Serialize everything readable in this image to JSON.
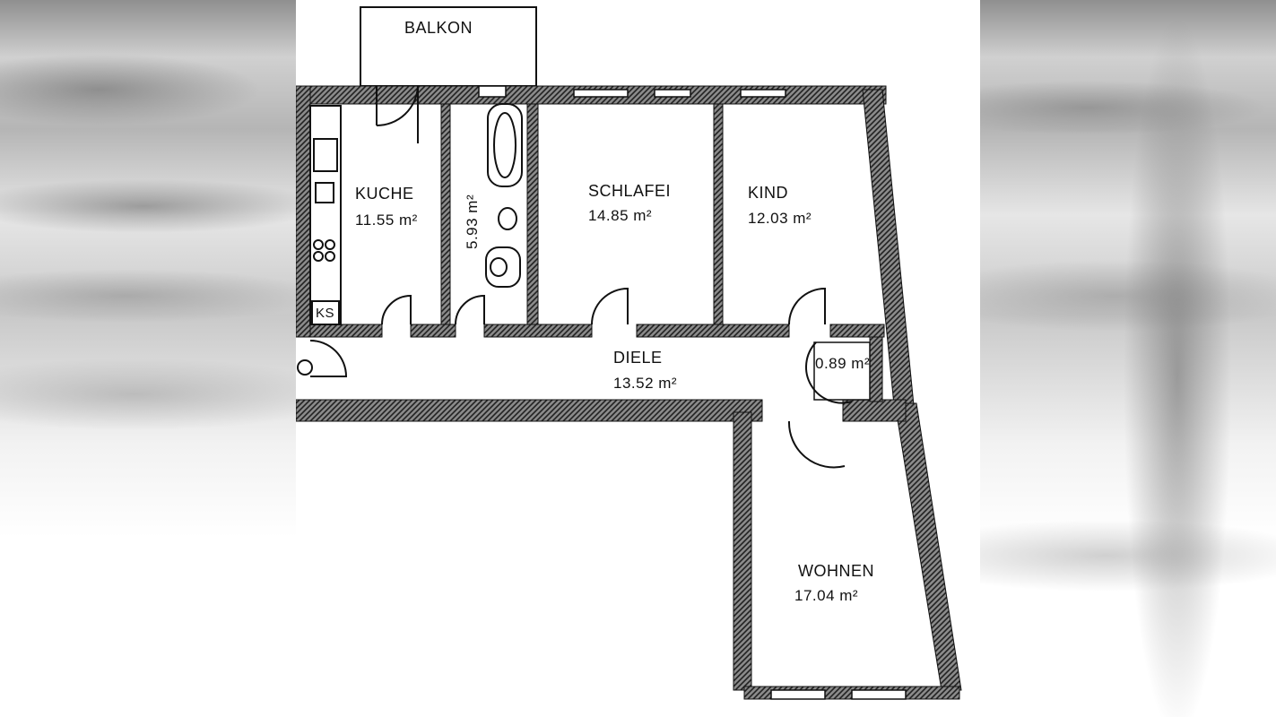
{
  "rooms": {
    "balkon": {
      "label": "BALKON"
    },
    "kueche": {
      "label": "KUCHE",
      "area": "11.55 m²"
    },
    "bad": {
      "area": "5.93 m²"
    },
    "schlafen": {
      "label": "SCHLAFEI",
      "area": "14.85 m²"
    },
    "kind": {
      "label": "KIND",
      "area": "12.03 m²"
    },
    "diele": {
      "label": "DIELE",
      "area": "13.52 m²"
    },
    "abstell": {
      "area": "0.89 m²"
    },
    "wohnen": {
      "label": "WOHNEN",
      "area": "17.04 m²"
    }
  },
  "fixtures": {
    "kuehlschrank": "KS"
  },
  "colors": {
    "wall": "#3a3a3a",
    "line": "#111111",
    "paper": "#ffffff"
  }
}
